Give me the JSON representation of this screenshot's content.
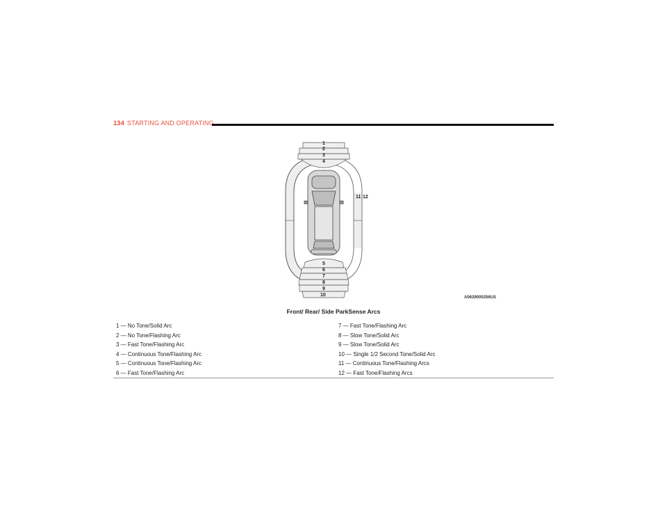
{
  "header": {
    "page_number": "134",
    "section_title": "STARTING AND OPERATING"
  },
  "figure": {
    "front_labels": [
      "1",
      "2",
      "3",
      "4"
    ],
    "rear_labels": [
      "5",
      "6",
      "7",
      "8",
      "9",
      "10"
    ],
    "side_label_11": "11",
    "side_label_12": "12",
    "image_code": "A0629000256US",
    "caption": "Front/ Rear/ Side ParkSense Arcs"
  },
  "legend": {
    "left": [
      "1 — No Tone/Solid Arc",
      "2 — No Tone/Flashing Arc",
      "3 — Fast Tone/Flashing Arc",
      "4 — Continuous Tone/Flashing Arc",
      "5 — Continuous Tone/Flashing Arc",
      "6 — Fast Tone/Flashing Arc"
    ],
    "right": [
      "7 — Fast Tone/Flashing Arc",
      "8 — Slow Tone/Solid Arc",
      "9 — Slow Tone/Solid Arc",
      "10 — Single 1/2 Second Tone/Solid Arc",
      "11 — Continuous Tone/Flashing Arcs",
      "12 — Fast Tone/Flashing Arcs"
    ]
  }
}
